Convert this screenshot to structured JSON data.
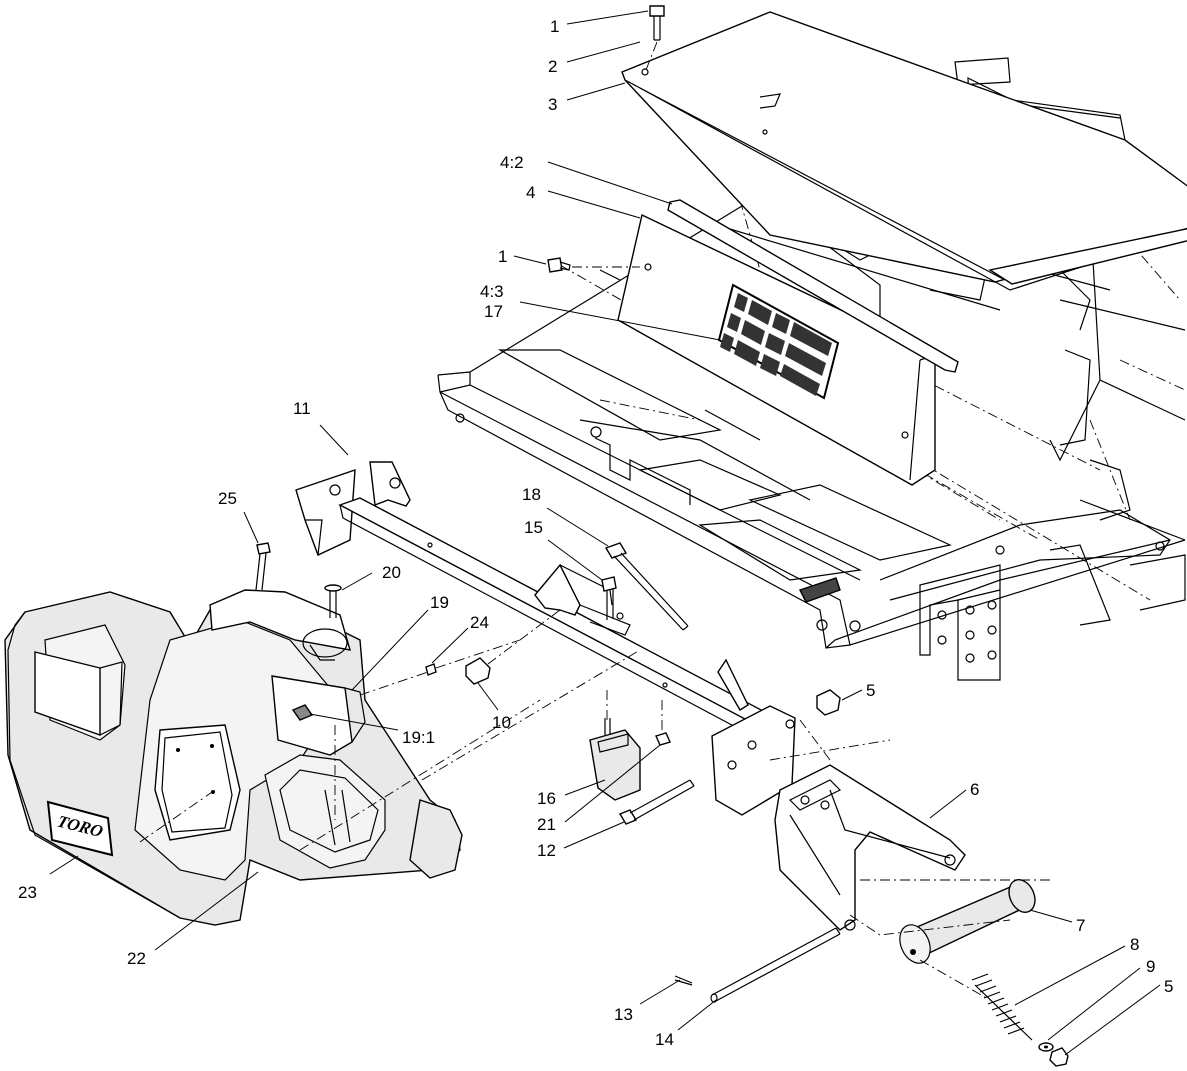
{
  "callouts": [
    {
      "id": "c1a",
      "text": "1"
    },
    {
      "id": "c2",
      "text": "2"
    },
    {
      "id": "c3",
      "text": "3"
    },
    {
      "id": "c42",
      "text": "4:2"
    },
    {
      "id": "c4",
      "text": "4"
    },
    {
      "id": "c1b",
      "text": "1"
    },
    {
      "id": "c43",
      "text": "4:3"
    },
    {
      "id": "c17",
      "text": "17"
    },
    {
      "id": "c11",
      "text": "11"
    },
    {
      "id": "c25",
      "text": "25"
    },
    {
      "id": "c20",
      "text": "20"
    },
    {
      "id": "c19",
      "text": "19"
    },
    {
      "id": "c24",
      "text": "24"
    },
    {
      "id": "c18",
      "text": "18"
    },
    {
      "id": "c15",
      "text": "15"
    },
    {
      "id": "c10",
      "text": "10"
    },
    {
      "id": "c5a",
      "text": "5"
    },
    {
      "id": "c191",
      "text": "19:1"
    },
    {
      "id": "c16",
      "text": "16"
    },
    {
      "id": "c21",
      "text": "21"
    },
    {
      "id": "c12",
      "text": "12"
    },
    {
      "id": "c6",
      "text": "6"
    },
    {
      "id": "c7",
      "text": "7"
    },
    {
      "id": "c8",
      "text": "8"
    },
    {
      "id": "c9",
      "text": "9"
    },
    {
      "id": "c5b",
      "text": "5"
    },
    {
      "id": "c13",
      "text": "13"
    },
    {
      "id": "c14",
      "text": "14"
    },
    {
      "id": "c23",
      "text": "23"
    },
    {
      "id": "c22",
      "text": "22"
    }
  ],
  "emblem": {
    "text": "TORO"
  }
}
